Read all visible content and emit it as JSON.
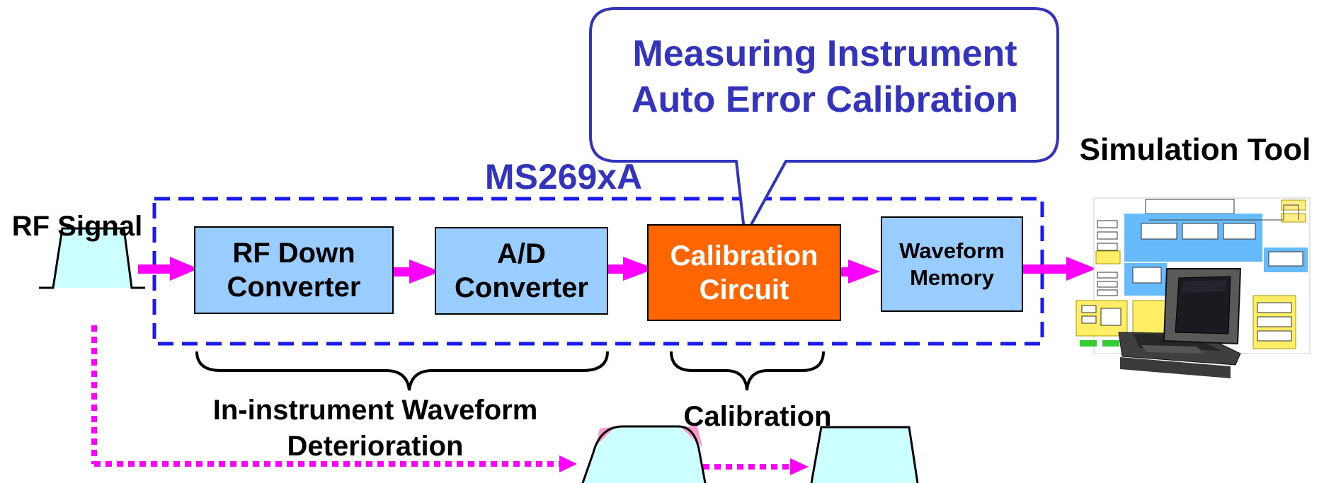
{
  "title": "MS269xA",
  "callout": {
    "line1": "Measuring Instrument",
    "line2": "Auto Error Calibration"
  },
  "input_label": "RF Signal",
  "blocks": [
    {
      "line1": "RF Down",
      "line2": "Converter"
    },
    {
      "line1": "A/D",
      "line2": "Converter"
    },
    {
      "line1": "Calibration",
      "line2": "Circuit"
    },
    {
      "line1": "Waveform",
      "line2": "Memory"
    }
  ],
  "output_label": "Simulation Tool",
  "deterioration": {
    "line1": "In-instrument Waveform",
    "line2": "Deterioration"
  },
  "calibration_label": "Calibration",
  "colors": {
    "block_fill": "#99ccff",
    "calibration_fill": "#ff6600",
    "accent_blue": "#3333bb",
    "dashed_border": "#1a1aee",
    "arrow": "#ff00ff",
    "pulse_fill": "#ccffff",
    "distortion_fill": "#ff99cc"
  },
  "tool_image": {
    "window_title_1": "WCDMA End-to-End Physical Layer",
    "window_title_2": "3GPP WCDMA FDD (Rel 99) DownLink",
    "icon": "laptop-icon"
  }
}
